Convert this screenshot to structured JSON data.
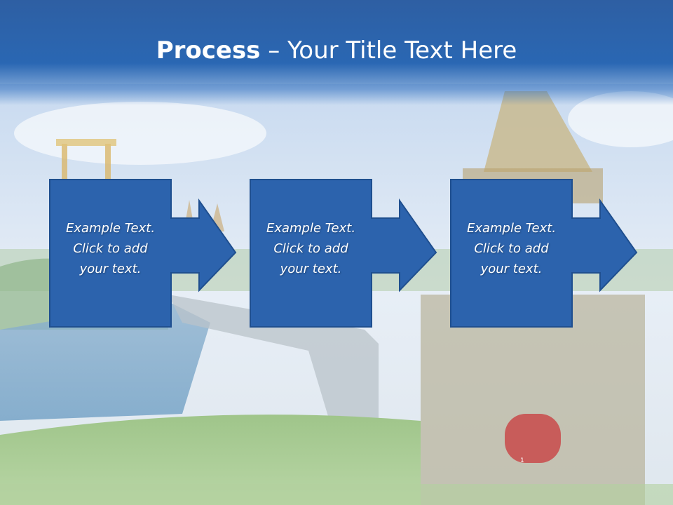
{
  "slide": {
    "title_bold": "Process",
    "title_rest": " – Your Title Text Here",
    "page_number": "1"
  },
  "steps": [
    {
      "line1": "Example Text.",
      "line2": "Click  to add",
      "line3": "your text."
    },
    {
      "line1": "Example Text.",
      "line2": "Click  to add",
      "line3": "your text."
    },
    {
      "line1": "Example Text.",
      "line2": "Click  to add",
      "line3": "your text."
    }
  ],
  "colors": {
    "title_bar": "#2a67b3",
    "box_fill": "#2c63ad",
    "box_border": "#1f4f8f",
    "text": "#ffffff"
  }
}
